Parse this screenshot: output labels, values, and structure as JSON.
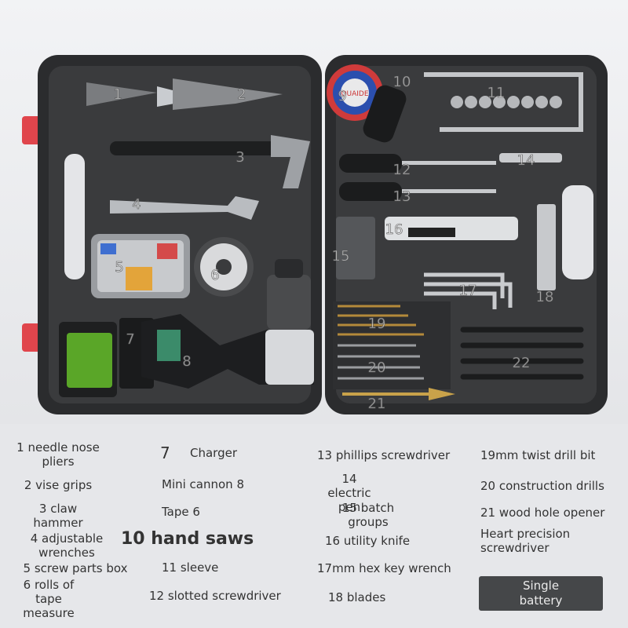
{
  "callouts": [
    "1",
    "2",
    "3",
    "4",
    "5",
    "6",
    "7",
    "8",
    "9",
    "10",
    "11",
    "12",
    "13",
    "14",
    "15",
    "16",
    "17",
    "18",
    "19",
    "20",
    "21",
    "22"
  ],
  "brand_text": "OUAIDE",
  "legend": {
    "l1": "1 needle nose\npliers",
    "l2": "2 vise grips",
    "l3": "3 claw\nhammer",
    "l4": "4 adjustable\nwrenches",
    "l5": "5 screw parts box",
    "l6": "6 rolls of\ntape\nmeasure",
    "l7num": "7",
    "l7": "Charger",
    "l8": "Mini cannon 8",
    "l9": "Tape 6",
    "l10": "10 hand saws",
    "l11": "11 sleeve",
    "l12": "12 slotted screwdriver",
    "l13": "13 phillips screwdriver",
    "l14": "14 electric\npen",
    "l15": "15 batch\ngroups",
    "l16": "16 utility knife",
    "l17": "17mm hex key wrench",
    "l18": "18 blades",
    "l19": "19mm twist drill bit",
    "l20": "20 construction drills",
    "l21": "21 wood hole opener",
    "l22": "Heart precision\nscrewdriver",
    "badge": "Single\nbattery"
  },
  "colors": {
    "case": "#2b2c2e",
    "latch": "#e0454c",
    "battery": "#5aa628",
    "drill_accent": "#3b8b6a"
  }
}
